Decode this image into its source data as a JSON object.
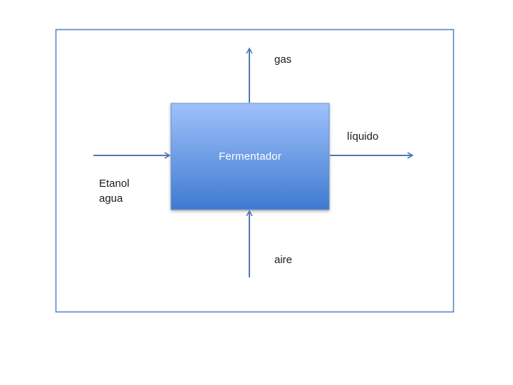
{
  "process": {
    "unit_label": "Fermentador",
    "input_lines": [
      "Etanol",
      "agua"
    ],
    "air_label": "aire",
    "gas_label": "gas",
    "liquid_label": "líquido"
  },
  "colors": {
    "frame_stroke": "#5b87c0",
    "arrow": "#4f79b5",
    "box_top": "#9fc1fb",
    "box_bottom": "#3f7ad0",
    "box_stroke": "#6b8fc4"
  }
}
